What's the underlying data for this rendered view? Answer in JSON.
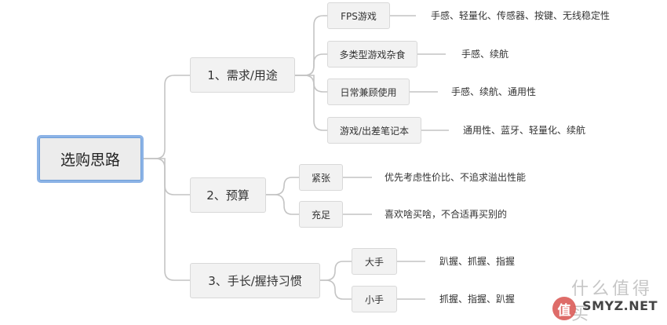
{
  "root": {
    "label": "选购思路"
  },
  "branches": [
    {
      "label": "1、需求/用途",
      "children": [
        {
          "label": "FPS游戏",
          "leaf": "手感、轻量化、传感器、按键、无线稳定性"
        },
        {
          "label": "多类型游戏杂食",
          "leaf": "手感、续航"
        },
        {
          "label": "日常兼顾使用",
          "leaf": "手感、续航、通用性"
        },
        {
          "label": "游戏/出差笔记本",
          "leaf": "通用性、蓝牙、轻量化、续航"
        }
      ]
    },
    {
      "label": "2、预算",
      "children": [
        {
          "label": "紧张",
          "leaf": "优先考虑性价比、不追求溢出性能"
        },
        {
          "label": "充足",
          "leaf": "喜欢啥买啥，不合适再买别的"
        }
      ]
    },
    {
      "label": "3、手长/握持习惯",
      "children": [
        {
          "label": "大手",
          "leaf": "趴握、抓握、指握"
        },
        {
          "label": "小手",
          "leaf": "抓握、指握、趴握"
        }
      ]
    }
  ],
  "watermark": {
    "icon_glyph": "值",
    "text_cn": "什么值得买",
    "text_en": "SMYZ.NET"
  },
  "colors": {
    "line": "#bfbfbf",
    "node_bg": "#f2f2f2",
    "node_border": "#d9d9d9",
    "root_border": "#7aa7df"
  }
}
